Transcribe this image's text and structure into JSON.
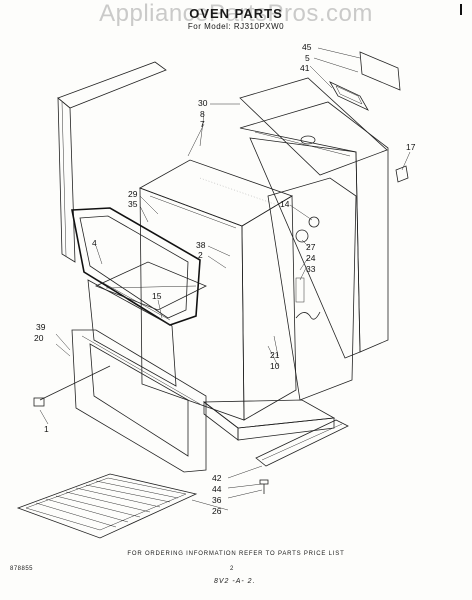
{
  "diagram": {
    "watermark": "AppliancePartsPros.com",
    "title": "OVEN PARTS",
    "model_line": "For Model: RJ310PXW0",
    "footer_note": "FOR ORDERING INFORMATION REFER TO PARTS PRICE LIST",
    "doc_number": "878855",
    "page_number": "2",
    "revision_code": "8V2 -A- 2.",
    "callouts": [
      {
        "label": "45"
      },
      {
        "label": "5"
      },
      {
        "label": "41"
      },
      {
        "label": "30"
      },
      {
        "label": "8"
      },
      {
        "label": "7"
      },
      {
        "label": "17"
      },
      {
        "label": "14"
      },
      {
        "label": "29"
      },
      {
        "label": "35"
      },
      {
        "label": "4"
      },
      {
        "label": "38"
      },
      {
        "label": "2"
      },
      {
        "label": "27"
      },
      {
        "label": "24"
      },
      {
        "label": "33"
      },
      {
        "label": "15"
      },
      {
        "label": "39"
      },
      {
        "label": "20"
      },
      {
        "label": "21"
      },
      {
        "label": "10"
      },
      {
        "label": "1"
      },
      {
        "label": "42"
      },
      {
        "label": "44"
      },
      {
        "label": "36"
      },
      {
        "label": "26"
      }
    ]
  }
}
